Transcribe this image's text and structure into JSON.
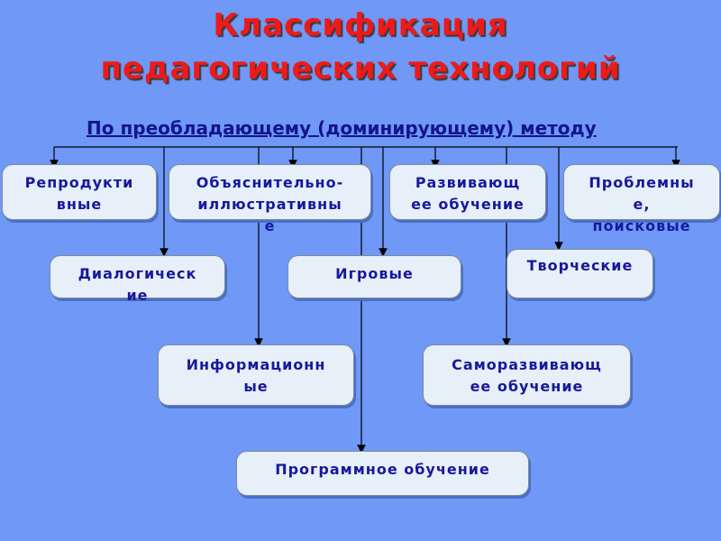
{
  "title_line1": "Классификация",
  "title_line2": "педагогических технологий",
  "subtitle": "По преобладающему (доминирующему) методу",
  "boxes": {
    "reproductive": "Репродукти\nвные",
    "explanatory": "Объяснительно-\nиллюстративны\nе",
    "developing": "Развивающ\nее обучение",
    "problem": "Проблемны\nе,\nпоисковые",
    "dialogic": "Диалогическ\nие",
    "game": "Игровые",
    "creative": "Творческие",
    "informational": "Информационн\nые",
    "selfdev": "Саморазвивающ\nее обучение",
    "programmed": "Программное обучение"
  },
  "colors": {
    "background": "#6f98f7",
    "title": "#ee1a1a",
    "text": "#18189c",
    "box": "#e7eff8"
  }
}
